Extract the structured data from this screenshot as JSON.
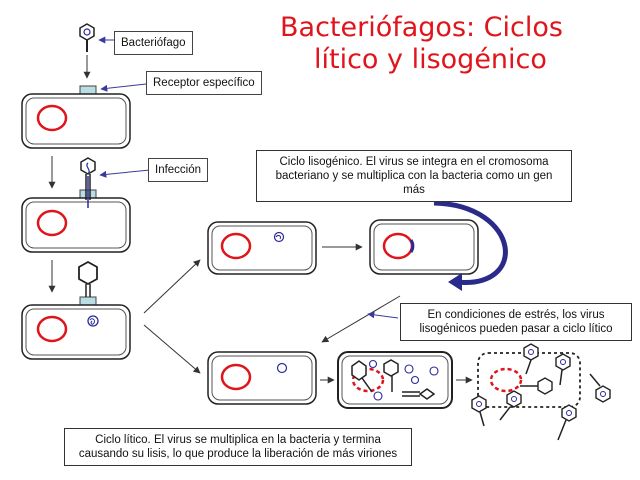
{
  "title": {
    "line1": "Bacteriófagos: Ciclos",
    "line2": "lítico y lisogénico"
  },
  "labels": {
    "bacteriophage": "Bacteriófago",
    "receptor": "Receptor específico",
    "infection": "Infección"
  },
  "notes": {
    "lysogenic": "Ciclo lisogénico. El virus se integra en el cromosoma bacteriano y se multiplica con la bacteria como un gen más",
    "stress": "En condiciones de estrés, los virus lisogénicos pueden pasar a  ciclo lítico",
    "lytic": "Ciclo lítico. El virus se multiplica en la bacteria y termina causando su lisis, lo que produce la liberación de más viriones"
  },
  "colors": {
    "title": "#e0141b",
    "chromosome": "#e0141b",
    "virus_dna": "#2a2a9a",
    "arrow": "#333333",
    "label_pointer": "#3a3a9a",
    "cycle_arrow": "#2a2a8a",
    "receptor": "#b9dde3"
  }
}
